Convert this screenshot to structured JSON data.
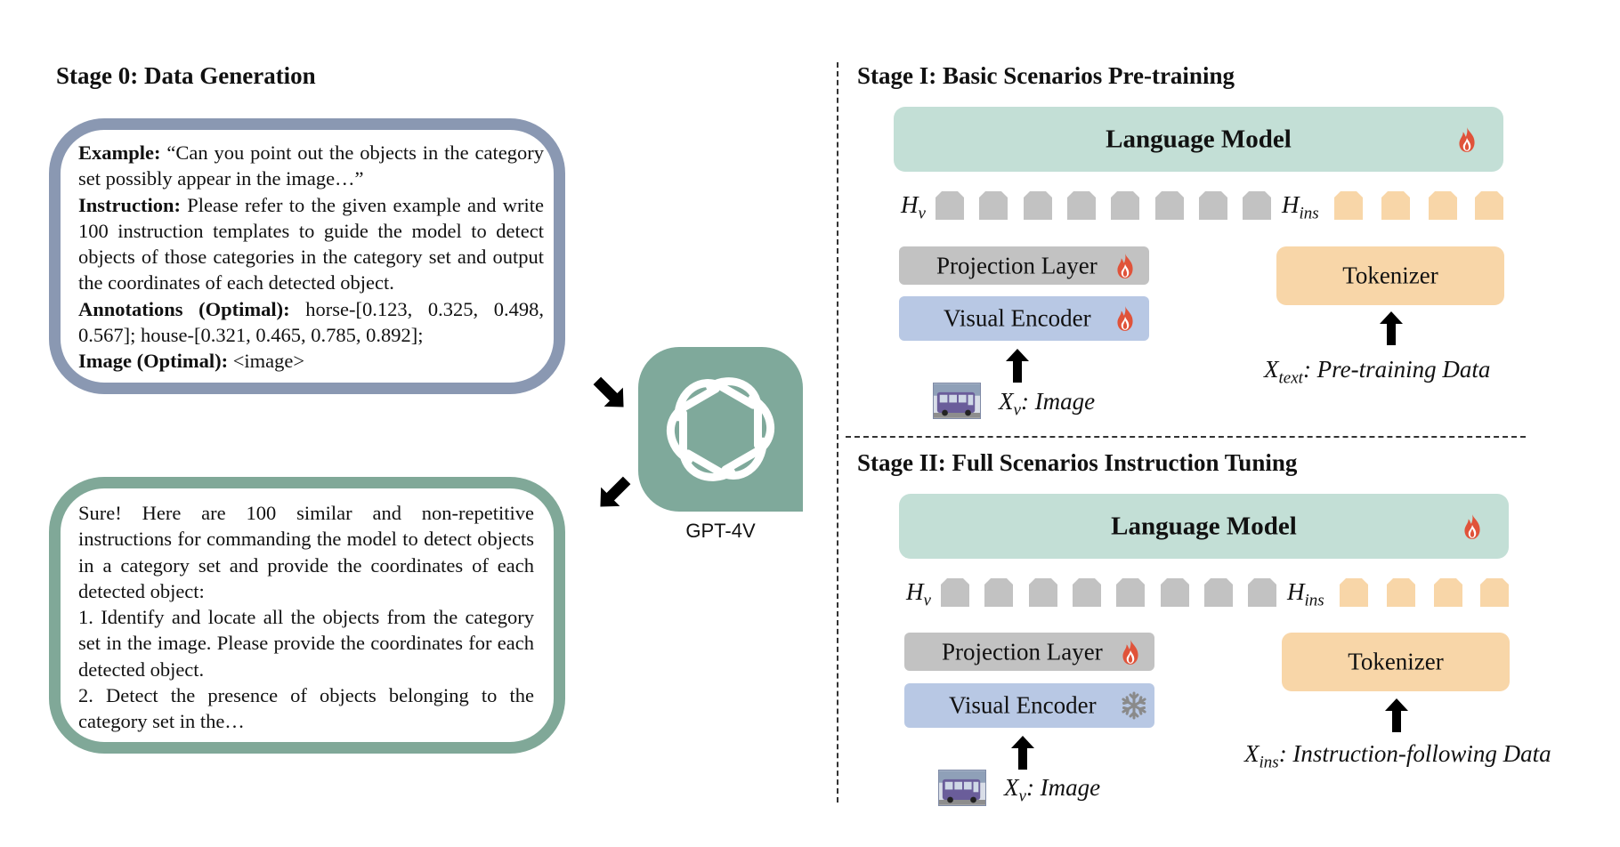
{
  "stage0": {
    "title": "Stage 0: Data Generation",
    "prompt": {
      "example_label": "Example:",
      "example_text": " “Can you point out the objects in the category set possibly appear in the image…”",
      "instruction_label": "Instruction:",
      "instruction_text": " Please refer to the given example and write 100 instruction templates to guide the model to detect objects of those categories in the category set and output the coordinates of each detected object.",
      "annotations_label": "Annotations (Optimal):",
      "annotations_text": " horse-[0.123, 0.325, 0.498, 0.567]; house-[0.321, 0.465, 0.785, 0.892];",
      "image_label": "Image (Optimal):",
      "image_text": " <image>"
    },
    "response": {
      "intro": "Sure! Here are 100 similar and non-repetitive instructions for commanding the model to detect objects in a category set and provide the coordinates of each detected object:",
      "item1": "1. Identify and locate all the objects from the category set in the image. Please provide the coordinates for each detected object.",
      "item2": "2. Detect the presence of objects belonging to the category set in the…"
    },
    "gpt_label": "GPT-4V",
    "gpt_icon": "openai-logo-icon"
  },
  "stage1": {
    "title": "Stage I: Basic Scenarios Pre-training",
    "language_model": "Language Model",
    "hv": {
      "base": "H",
      "sub": "v"
    },
    "hins": {
      "base": "H",
      "sub": "ins"
    },
    "projection_layer": "Projection Layer",
    "visual_encoder": "Visual Encoder",
    "tokenizer": "Tokenizer",
    "xv": {
      "base": "X",
      "sub": "v",
      "text": ": Image"
    },
    "xtext": {
      "base": "X",
      "sub": "text",
      "text": ": Pre-training Data"
    },
    "encoder_state": "fire-icon"
  },
  "stage2": {
    "title": "Stage II: Full Scenarios Instruction Tuning",
    "language_model": "Language Model",
    "hv": {
      "base": "H",
      "sub": "v"
    },
    "hins": {
      "base": "H",
      "sub": "ins"
    },
    "projection_layer": "Projection Layer",
    "visual_encoder": "Visual Encoder",
    "tokenizer": "Tokenizer",
    "xv": {
      "base": "X",
      "sub": "v",
      "text": ": Image"
    },
    "xins": {
      "base": "X",
      "sub": "ins",
      "text": ": Instruction-following Data"
    },
    "encoder_state": "snowflake-icon"
  },
  "colors": {
    "prompt_border": "#8a98b2",
    "response_border": "#80a898",
    "gpt_tile": "#7fa99b",
    "language_model": "#c3dfd6",
    "projection": "#c2c2c2",
    "visual_encoder": "#b8c8e4",
    "tokenizer": "#f8d6a8",
    "flame": "#e0533a"
  }
}
